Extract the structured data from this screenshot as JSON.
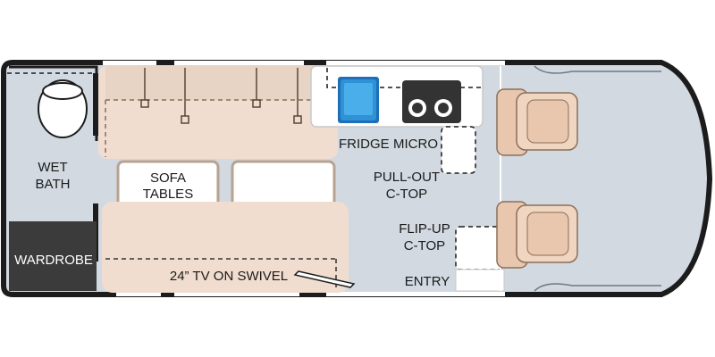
{
  "labels": {
    "wet_bath_line1": "WET",
    "wet_bath_line2": "BATH",
    "wardrobe": "WARDROBE",
    "sofa": "SOFA",
    "tables": "TABLES",
    "fridge": "FRIDGE",
    "micro": "MICRO",
    "pullout_line1": "PULL-OUT",
    "pullout_line2": "C-TOP",
    "flipup_line1": "FLIP-UP",
    "flipup_line2": "C-TOP",
    "tv": "24” TV ON SWIVEL",
    "entry": "ENTRY"
  },
  "colors": {
    "floor": "#d2d9e1",
    "wall": "#1c1c1c",
    "sofa": "#f0ddd0",
    "cab_seat": "#e9c7ae",
    "wardrobe": "#3b3b3b",
    "fridge_blue": "#2d93d6",
    "microwave": "#333333",
    "counter": "#ffffff"
  },
  "icons": [
    "toilet-icon",
    "fridge-icon",
    "microwave-icon",
    "driver-seat-icon",
    "passenger-seat-icon",
    "sofa-table-icon"
  ]
}
